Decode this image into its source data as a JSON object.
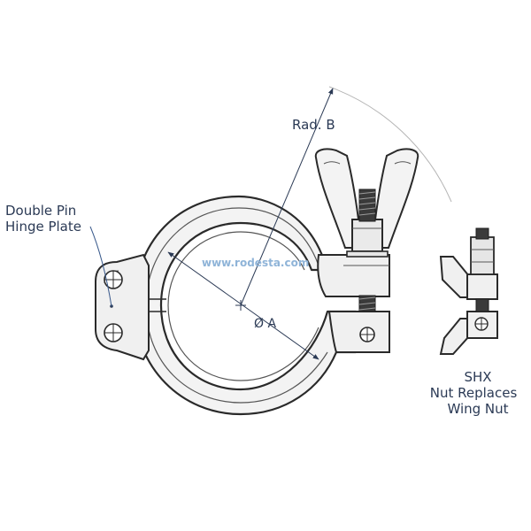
{
  "labels": {
    "hinge_line1": "Double Pin",
    "hinge_line2": "Hinge Plate",
    "radius": "Rad. B",
    "diameter": "Ø A",
    "shx_line1": "SHX",
    "shx_line2": "Nut Replaces",
    "shx_line3": "Wing Nut"
  },
  "watermark": "www.rodesta.com",
  "colors": {
    "outline": "#2a2a2a",
    "dimension": "#2b3a55",
    "leader": "#3a5a8c",
    "construction": "#b0b0b0",
    "watermark": "#8fb4d8",
    "metal_fill": "#eeeeee",
    "background": "#ffffff"
  }
}
